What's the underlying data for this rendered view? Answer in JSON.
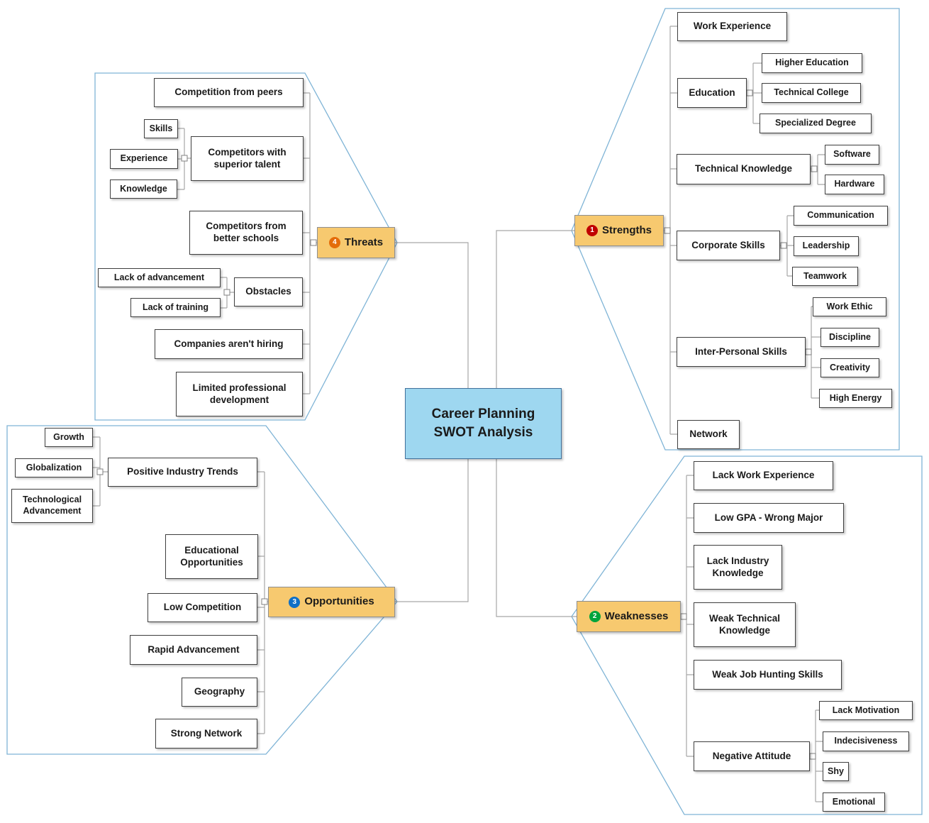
{
  "center": {
    "title_line1": "Career Planning",
    "title_line2": "SWOT Analysis"
  },
  "colors": {
    "center_fill": "#9ED7F0",
    "branch_fill": "#F7C96F",
    "strengths_badge": "#C00000",
    "weaknesses_badge": "#00A43C",
    "opportunities_badge": "#0F6FC6",
    "threats_badge": "#E46C0A",
    "boundary_line": "#7FB4D6",
    "connector_line": "#A6A6A6"
  },
  "strengths": {
    "label": "Strengths",
    "badge": "1",
    "topics": {
      "work_experience": {
        "label": "Work Experience"
      },
      "education": {
        "label": "Education",
        "subtopics": {
          "higher_education": {
            "label": "Higher Education"
          },
          "technical_college": {
            "label": "Technical College"
          },
          "specialized_degree": {
            "label": "Specialized Degree"
          }
        }
      },
      "technical_knowledge": {
        "label": "Technical Knowledge",
        "subtopics": {
          "software": {
            "label": "Software"
          },
          "hardware": {
            "label": "Hardware"
          }
        }
      },
      "corporate_skills": {
        "label": "Corporate Skills",
        "subtopics": {
          "communication": {
            "label": "Communication"
          },
          "leadership": {
            "label": "Leadership"
          },
          "teamwork": {
            "label": "Teamwork"
          }
        }
      },
      "interpersonal_skills": {
        "label": "Inter-Personal Skills",
        "subtopics": {
          "work_ethic": {
            "label": "Work Ethic"
          },
          "discipline": {
            "label": "Discipline"
          },
          "creativity": {
            "label": "Creativity"
          },
          "high_energy": {
            "label": "High Energy"
          }
        }
      },
      "network": {
        "label": "Network"
      }
    }
  },
  "weaknesses": {
    "label": "Weaknesses",
    "badge": "2",
    "topics": {
      "lack_work_experience": {
        "label": "Lack Work Experience"
      },
      "low_gpa": {
        "label": "Low GPA - Wrong Major"
      },
      "lack_industry_knowledge": {
        "label": "Lack Industry Knowledge"
      },
      "weak_technical_knowledge": {
        "label": "Weak Technical Knowledge"
      },
      "weak_job_hunting": {
        "label": "Weak Job Hunting Skills"
      },
      "negative_attitude": {
        "label": "Negative Attitude",
        "subtopics": {
          "lack_motivation": {
            "label": "Lack Motivation"
          },
          "indecisiveness": {
            "label": "Indecisiveness"
          },
          "shy": {
            "label": "Shy"
          },
          "emotional": {
            "label": "Emotional"
          }
        }
      }
    }
  },
  "opportunities": {
    "label": "Opportunities",
    "badge": "3",
    "topics": {
      "positive_industry_trends": {
        "label": "Positive Industry Trends",
        "subtopics": {
          "growth": {
            "label": "Growth"
          },
          "globalization": {
            "label": "Globalization"
          },
          "technological_advancement": {
            "label": "Technological Advancement"
          }
        }
      },
      "educational_opportunities": {
        "label": "Educational Opportunities"
      },
      "low_competition": {
        "label": "Low Competition"
      },
      "rapid_advancement": {
        "label": "Rapid Advancement"
      },
      "geography": {
        "label": "Geography"
      },
      "strong_network": {
        "label": "Strong Network"
      }
    }
  },
  "threats": {
    "label": "Threats",
    "badge": "4",
    "topics": {
      "competition_from_peers": {
        "label": "Competition from peers"
      },
      "competitors_superior_talent": {
        "label": "Competitors with superior talent",
        "subtopics": {
          "skills": {
            "label": "Skills"
          },
          "experience": {
            "label": "Experience"
          },
          "knowledge": {
            "label": "Knowledge"
          }
        }
      },
      "competitors_better_schools": {
        "label": "Competitors from better schools"
      },
      "obstacles": {
        "label": "Obstacles",
        "subtopics": {
          "lack_of_advancement": {
            "label": "Lack of advancement"
          },
          "lack_of_training": {
            "label": "Lack of training"
          }
        }
      },
      "companies_arent_hiring": {
        "label": "Companies aren't hiring"
      },
      "limited_professional_development": {
        "label": "Limited professional development"
      }
    }
  }
}
